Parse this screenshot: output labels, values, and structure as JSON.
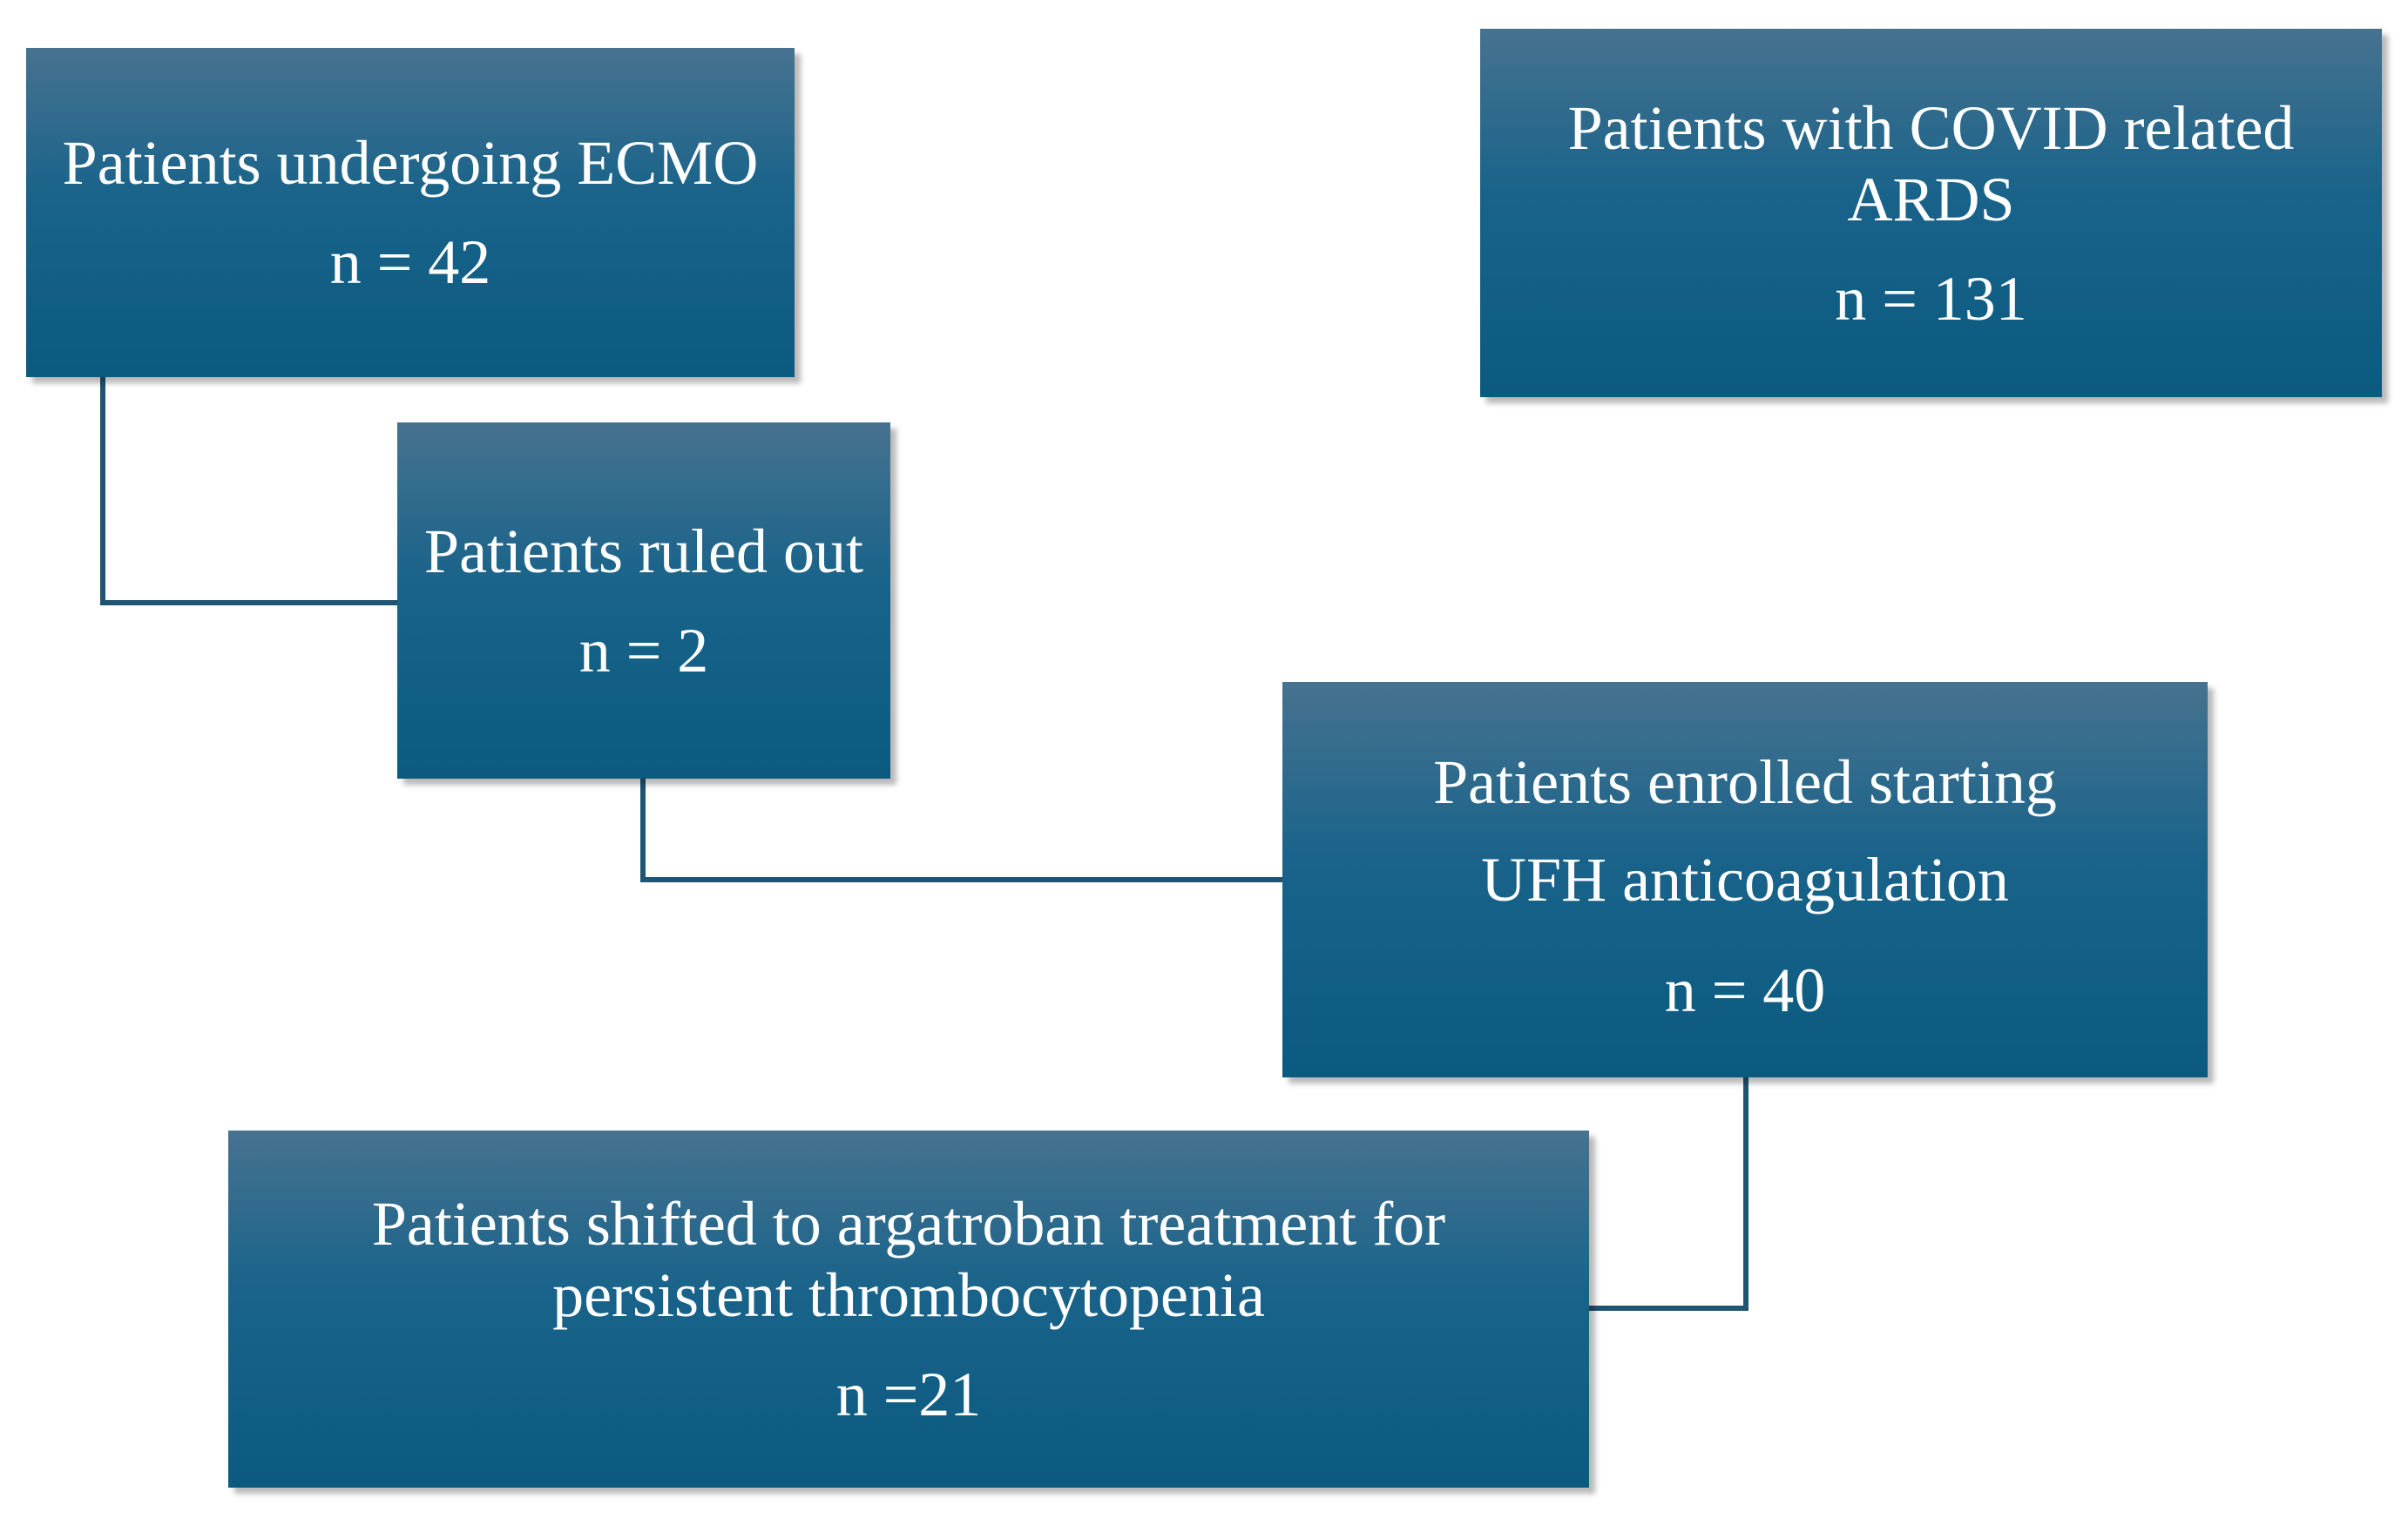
{
  "diagram": {
    "boxes": {
      "ecmo": {
        "label": "Patients undergoing ECMO",
        "count": "n = 42"
      },
      "covid": {
        "label": "Patients with COVID related ARDS",
        "count": "n = 131"
      },
      "ruled_out": {
        "label": "Patients ruled out",
        "count": "n = 2"
      },
      "ufh": {
        "label": "Patients enrolled starting UFH anticoagulation",
        "count": "n = 40"
      },
      "argatroban": {
        "label": "Patients shifted to argatroban treatment for persistent thrombocytopenia",
        "count": "n =21"
      }
    },
    "connections": [
      {
        "from": "ecmo",
        "to": "ruled_out"
      },
      {
        "from": "ruled_out",
        "to": "ufh"
      },
      {
        "from": "ufh",
        "to": "argatroban"
      }
    ],
    "colors": {
      "box_top": "#46728f",
      "box_bottom": "#0b5a80",
      "connector": "#1f5472",
      "text": "#ffffff"
    }
  }
}
